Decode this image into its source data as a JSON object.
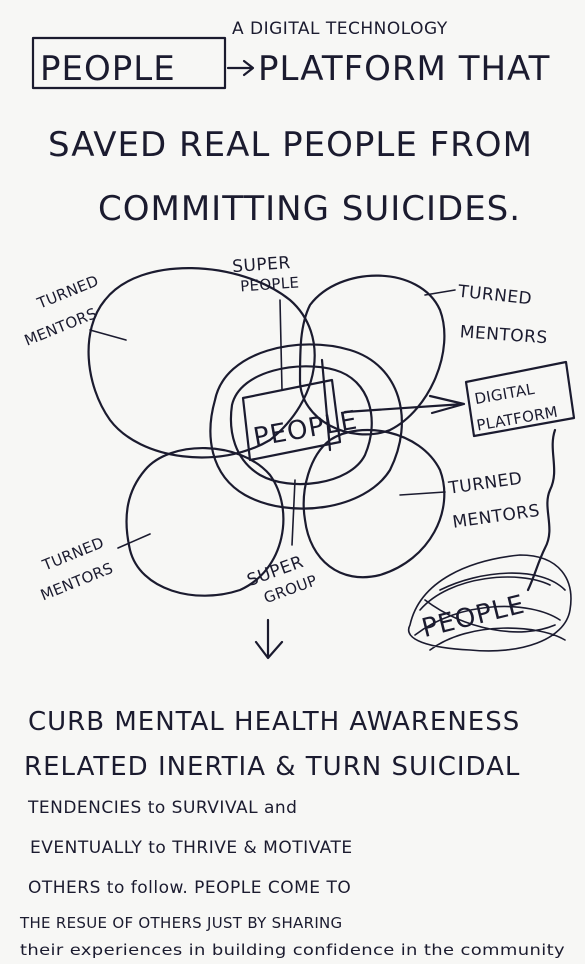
{
  "title": {
    "boxed_word": "PEOPLE",
    "line1_top": "A DIGITAL TECHNOLOGY",
    "line1": "PLATFORM THAT",
    "line2": "SAVED REAL PEOPLE FROM",
    "line3": "COMMITTING SUICIDES."
  },
  "diagram": {
    "center": "PEOPLE",
    "top_label": "SUPER PEOPLE",
    "top_label_l1": "SUPER",
    "top_label_l2": "PEOPLE",
    "bottom_label_l1": "SUPER",
    "bottom_label_l2": "GROUP",
    "top_left_l1": "TURNED",
    "top_left_l2": "MENTORS",
    "top_right_l1": "TURNED",
    "top_right_l2": "MENTORS",
    "bottom_left_l1": "TURNED",
    "bottom_left_l2": "MENTORS",
    "bottom_right_l1": "TURNED",
    "bottom_right_l2": "MENTORS",
    "platform_l1": "DIGITAL",
    "platform_l2": "PLATFORM",
    "scribble_label": "PEOPLE"
  },
  "summary": {
    "l1": "CURB MENTAL HEALTH AWARENESS",
    "l2": "RELATED INERTIA & TURN SUICIDAL",
    "l3": "TENDENCIES to SURVIVAL and",
    "l4": "EVENTUALLY to THRIVE & MOTIVATE",
    "l5": "OTHERS to follow. PEOPLE COME TO",
    "l6": "THE RESUE OF OTHERS JUST BY SHARING",
    "l7": "their experiences in building confidence in the community"
  }
}
